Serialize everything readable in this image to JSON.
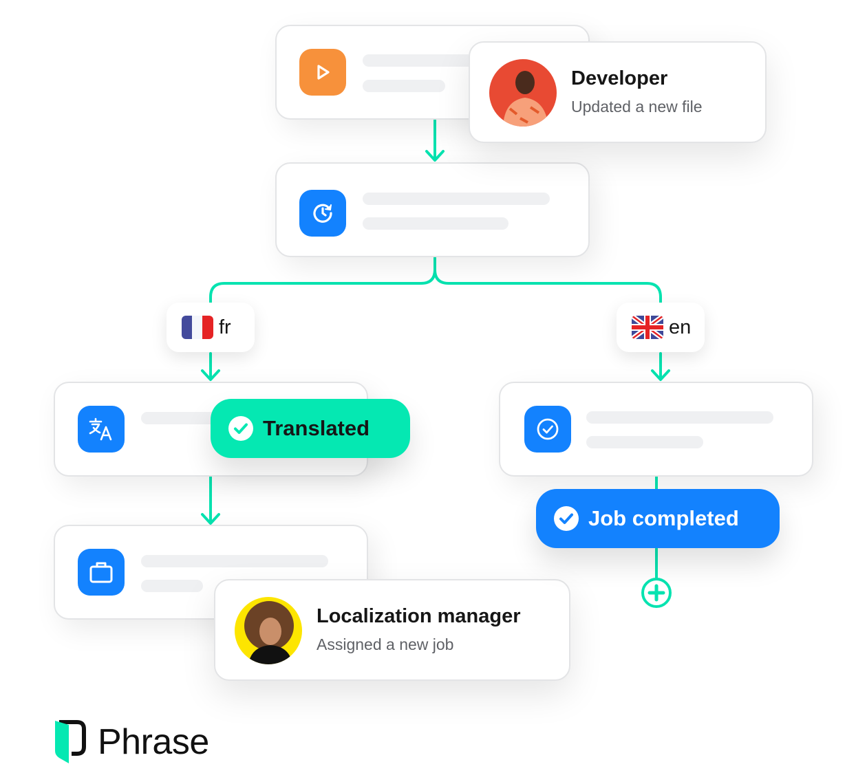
{
  "colors": {
    "connector": "#06e3b0",
    "orange": "#f7913b",
    "blue": "#1382fe",
    "green_badge": "#05e8b2",
    "skeleton": "#eff0f2"
  },
  "workflow": {
    "steps": [
      {
        "id": "trigger",
        "icon": "play-icon"
      },
      {
        "id": "automation",
        "icon": "clock-refresh-icon"
      },
      {
        "id": "translate",
        "icon": "translate-icon"
      },
      {
        "id": "review",
        "icon": "check-circle-icon"
      },
      {
        "id": "job",
        "icon": "briefcase-icon"
      }
    ],
    "branches": [
      {
        "code": "fr",
        "flag": "france-flag-icon"
      },
      {
        "code": "en",
        "flag": "uk-flag-icon"
      }
    ]
  },
  "notifications": {
    "developer": {
      "title": "Developer",
      "subtitle": "Updated a new file"
    },
    "manager": {
      "title": "Localization manager",
      "subtitle": "Assigned a new job"
    }
  },
  "badges": {
    "translated": "Translated",
    "job_completed": "Job completed"
  },
  "brand": {
    "name": "Phrase"
  }
}
